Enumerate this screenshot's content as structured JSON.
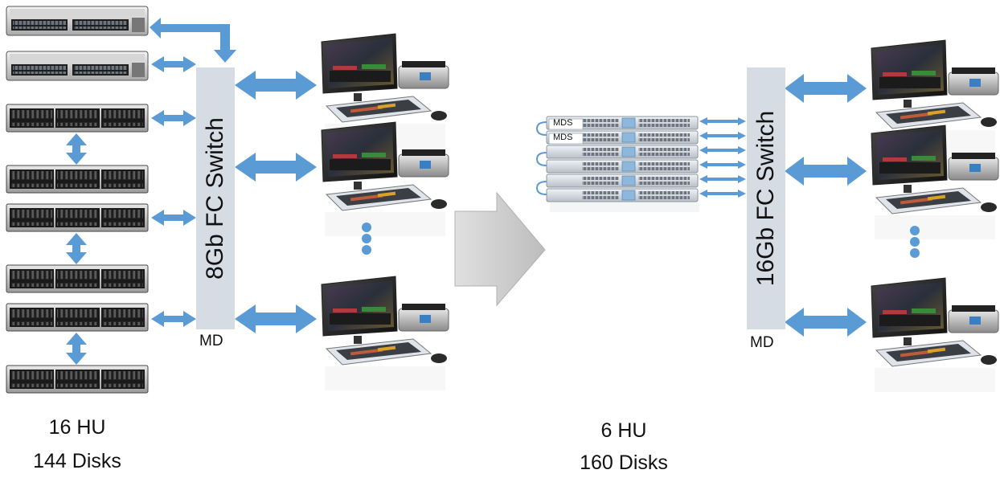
{
  "left": {
    "switch_label": "8Gb FC Switch",
    "md_label": "MD",
    "caption_hu": "16 HU",
    "caption_disks": "144 Disks"
  },
  "right": {
    "switch_label": "16Gb FC Switch",
    "md_label": "MD",
    "mds_labels": [
      "MDS",
      "MDS"
    ],
    "caption_hu": "6 HU",
    "caption_disks": "160 Disks"
  },
  "colors": {
    "arrow": "#5b9bd5",
    "switch": "#d6dce4",
    "transition_arrow": "#c8c8c8"
  }
}
